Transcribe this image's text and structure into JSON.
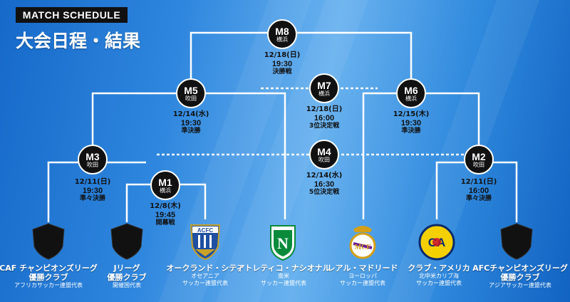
{
  "header": {
    "badge": "MATCH SCHEDULE",
    "title": "大会日程・結果"
  },
  "colors": {
    "line": "#ffffff",
    "node": "#111111",
    "nacional_green": "#0a8a3a",
    "america_yellow": "#f5d000",
    "auckland_blue": "#1f4fa0"
  },
  "matches": {
    "m8": {
      "code": "M8",
      "venue": "横浜",
      "date": "12/18(日)",
      "time": "19:30",
      "round": "決勝戦"
    },
    "m7": {
      "code": "M7",
      "venue": "横浜",
      "date": "12/18(日)",
      "time": "16:00",
      "round": "3位決定戦"
    },
    "m5": {
      "code": "M5",
      "venue": "吹田",
      "date": "12/14(水)",
      "time": "19:30",
      "round": "準決勝"
    },
    "m6": {
      "code": "M6",
      "venue": "横浜",
      "date": "12/15(木)",
      "time": "19:30",
      "round": "準決勝"
    },
    "m4": {
      "code": "M4",
      "venue": "吹田",
      "date": "12/14(水)",
      "time": "16:30",
      "round": "5位決定戦"
    },
    "m3": {
      "code": "M3",
      "venue": "吹田",
      "date": "12/11(日)",
      "time": "19:30",
      "round": "準々決勝"
    },
    "m2": {
      "code": "M2",
      "venue": "吹田",
      "date": "12/11(日)",
      "time": "16:00",
      "round": "準々決勝"
    },
    "m1": {
      "code": "M1",
      "venue": "横浜",
      "date": "12/8(木)",
      "time": "19:45",
      "round": "開幕戦"
    }
  },
  "teams": [
    {
      "name": "CAF チャンピオンズリーグ",
      "name2": "優勝クラブ",
      "sub": "アフリカサッカー連盟代表",
      "sub2": "",
      "emblem": "shield-placeholder"
    },
    {
      "name": "Jリーグ",
      "name2": "優勝クラブ",
      "sub": "開催国代表",
      "sub2": "",
      "emblem": "shield-placeholder"
    },
    {
      "name": "オークランド・シティ",
      "name2": "",
      "sub": "オセアニア",
      "sub2": "サッカー連盟代表",
      "emblem": "auckland-city-crest",
      "emblem_text": "ACFC"
    },
    {
      "name": "アトレティコ・ナシオナル",
      "name2": "",
      "sub": "南米",
      "sub2": "サッカー連盟代表",
      "emblem": "nacional-crest",
      "emblem_text": "N"
    },
    {
      "name": "レアル・マドリード",
      "name2": "",
      "sub": "ヨーロッパ",
      "sub2": "サッカー連盟代表",
      "emblem": "real-madrid-crest",
      "emblem_text": "MCF"
    },
    {
      "name": "クラブ・アメリカ",
      "name2": "",
      "sub": "北中米カリブ海",
      "sub2": "サッカー連盟代表",
      "emblem": "club-america-crest",
      "emblem_text": "CA"
    },
    {
      "name": "AFCチャンピオンズリーグ",
      "name2": "優勝クラブ",
      "sub": "アジアサッカー連盟代表",
      "sub2": "",
      "emblem": "shield-placeholder"
    }
  ]
}
